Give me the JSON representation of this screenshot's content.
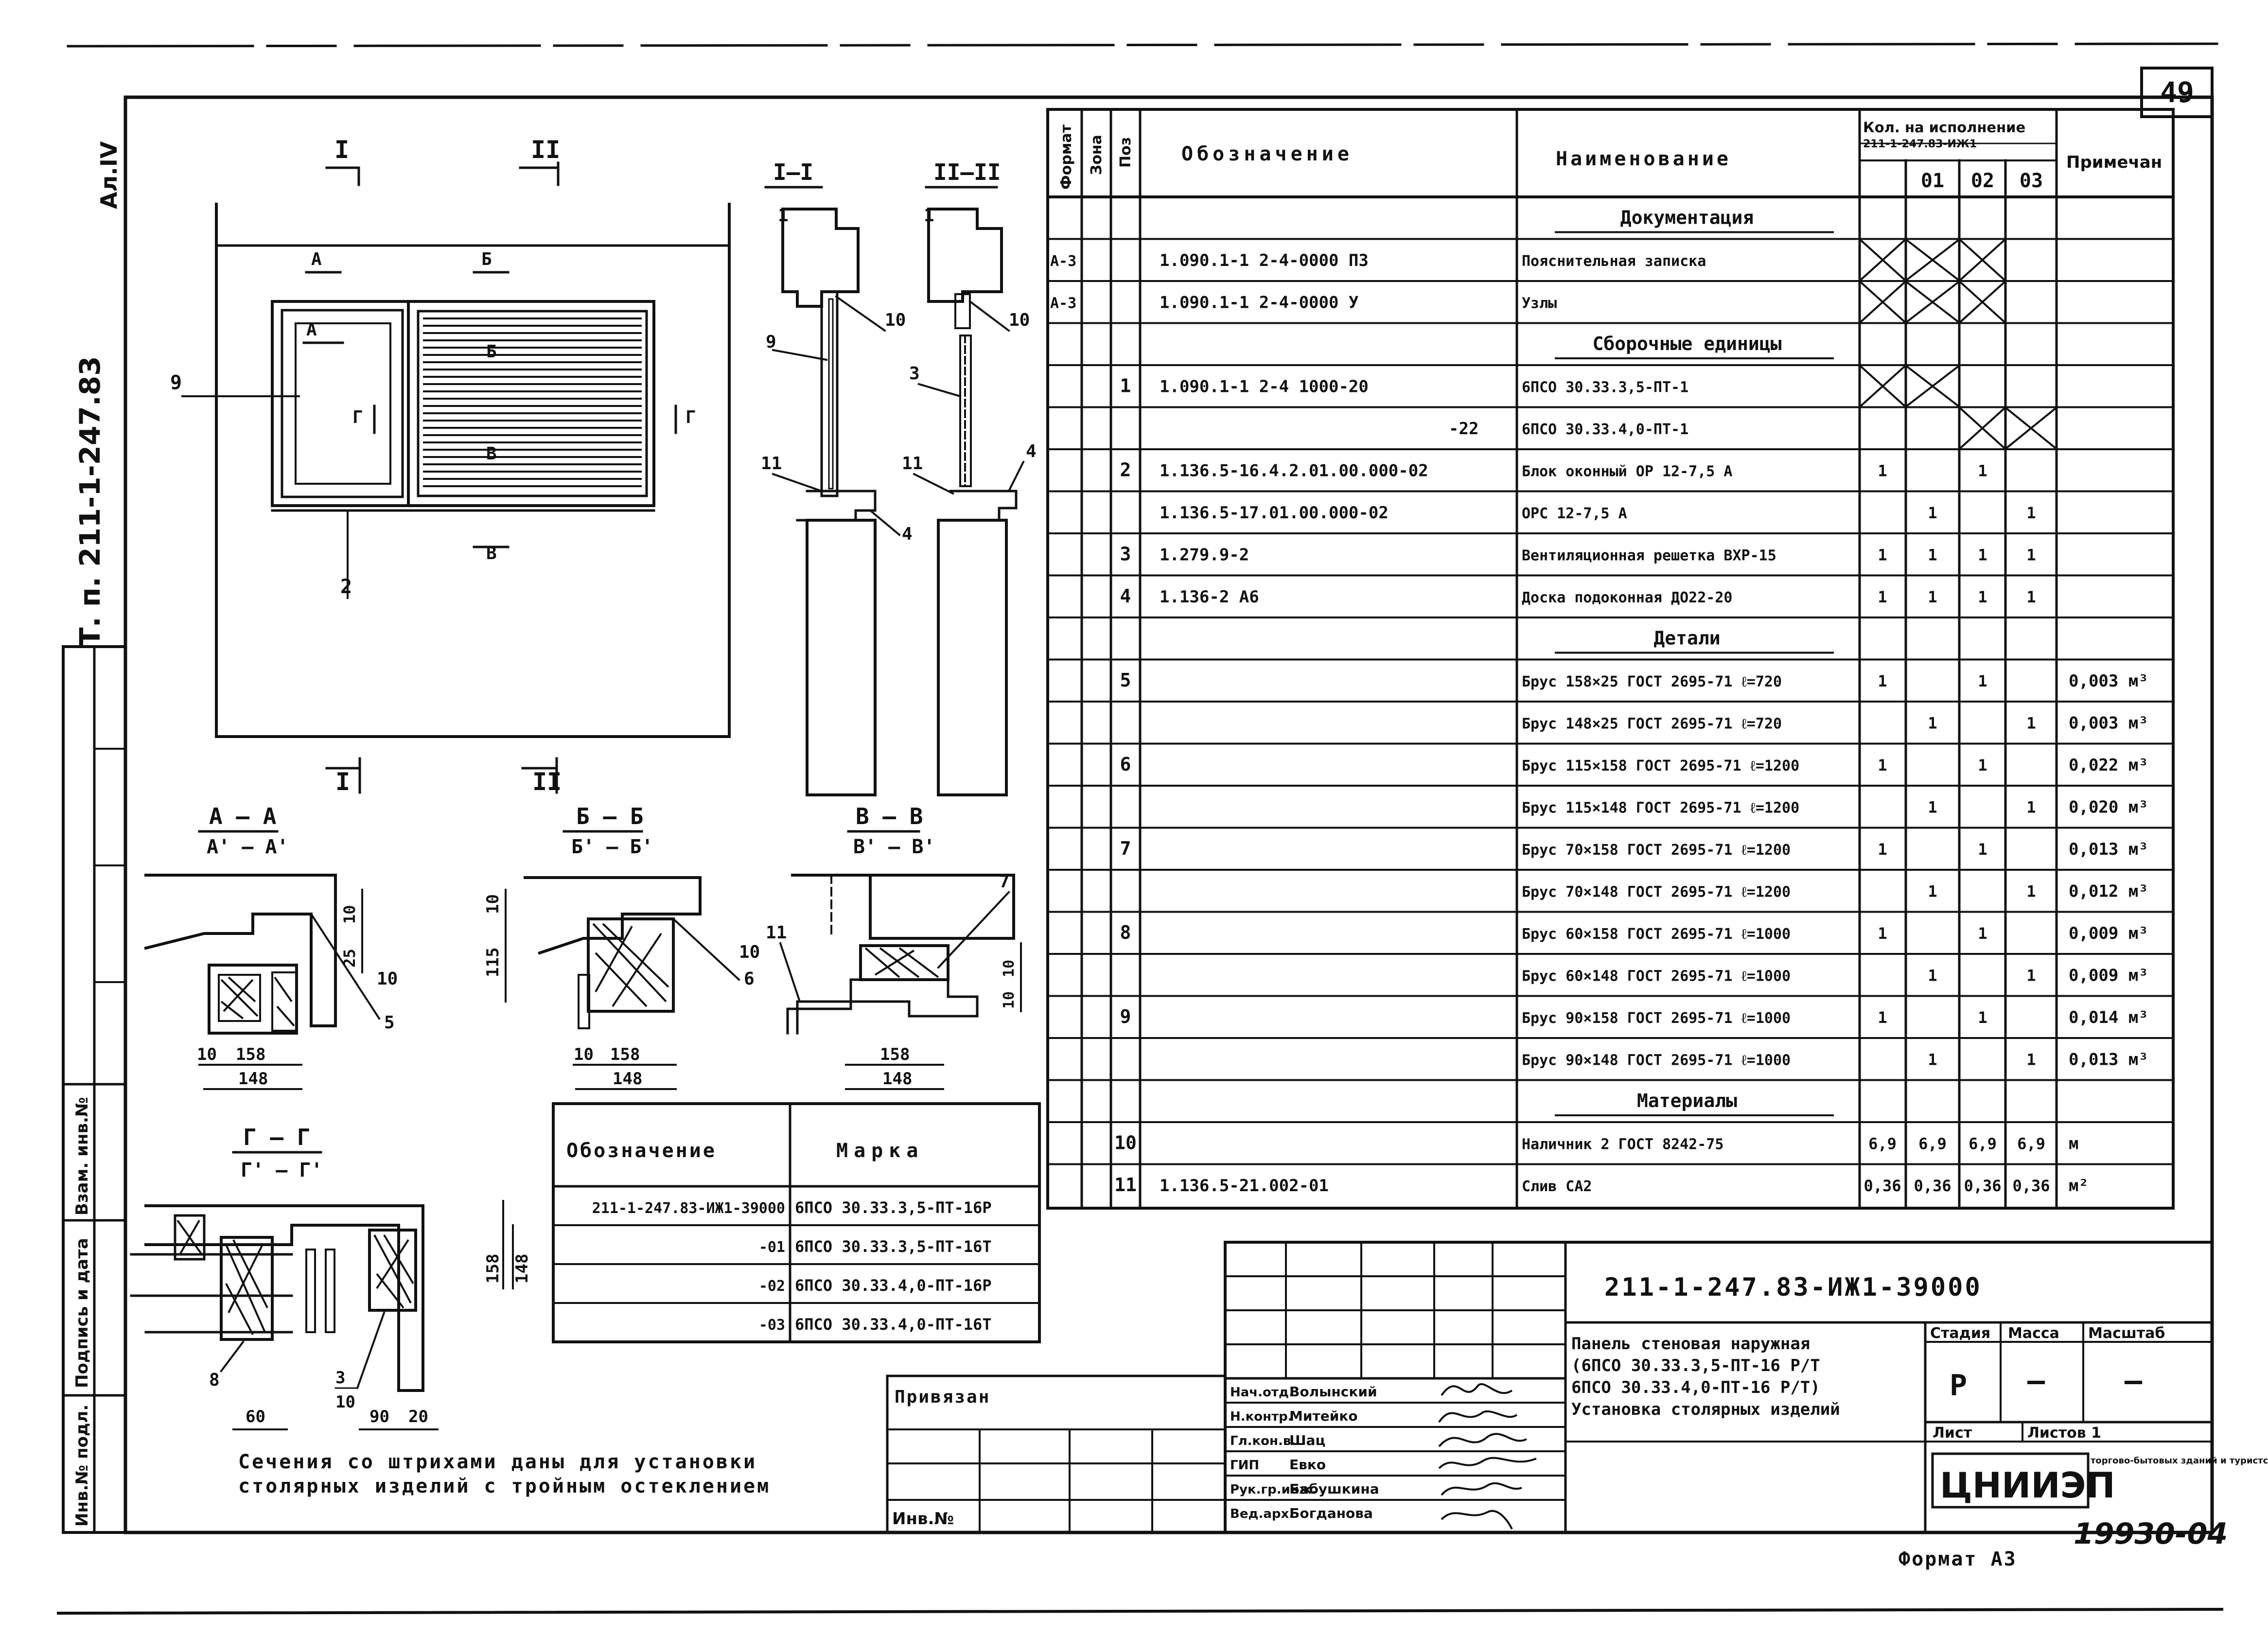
{
  "page_number": "49",
  "album": "Ал.IV",
  "series": "Т. п. 211-1-247.83",
  "left_stamp": [
    "Инв.№ подл.",
    "Подпись и дата",
    "Взам. инв.№"
  ],
  "spec": {
    "headers": {
      "format": "Формат",
      "zone": "Зона",
      "pos": "Поз",
      "designation": "Обозначение",
      "name": "Наименование",
      "qty": "Кол. на исполнение",
      "qty_doc": "211-1-247.83-ИЖ1",
      "qty_cols": [
        "—",
        "01",
        "02",
        "03"
      ],
      "note": "Примечан"
    },
    "rows": [
      {
        "section": "Документация"
      },
      {
        "format": "А-3",
        "designation": "1.090.1-1 2-4-0000 ПЗ",
        "name": "Пояснительная записка",
        "cross": true
      },
      {
        "format": "А-3",
        "designation": "1.090.1-1 2-4-0000 У",
        "name": "Узлы",
        "cross": true
      },
      {
        "section": "Сборочные единицы"
      },
      {
        "pos": "1",
        "designation": "1.090.1-1 2-4 1000-20",
        "name": "6ПСО 30.33.3,5-ПТ-1",
        "crossA": true
      },
      {
        "designation": "-22",
        "name": "6ПСО 30.33.4,0-ПТ-1",
        "crossB": true
      },
      {
        "pos": "2",
        "designation": "1.136.5-16.4.2.01.00.000-02",
        "name": "Блок оконный ОР 12-7,5 А",
        "q": [
          "1",
          "",
          "1",
          ""
        ]
      },
      {
        "designation": "1.136.5-17.01.00.000-02",
        "name": "ОРС 12-7,5 А",
        "q": [
          "",
          "1",
          "",
          "1"
        ]
      },
      {
        "pos": "3",
        "designation": "1.279.9-2",
        "name": "Вентиляционная решетка ВХР-15",
        "q": [
          "1",
          "1",
          "1",
          "1"
        ]
      },
      {
        "pos": "4",
        "designation": "1.136-2 А6",
        "name": "Доска подоконная ДО22-20",
        "q": [
          "1",
          "1",
          "1",
          "1"
        ]
      },
      {
        "section": "Детали"
      },
      {
        "pos": "5",
        "name": "Брус 158×25 ГОСТ 2695-71 ℓ=720",
        "q": [
          "1",
          "",
          "1",
          ""
        ],
        "note": "0,003 м³"
      },
      {
        "name": "Брус 148×25 ГОСТ 2695-71 ℓ=720",
        "q": [
          "",
          "1",
          "",
          "1"
        ],
        "note": "0,003 м³"
      },
      {
        "pos": "6",
        "name": "Брус 115×158 ГОСТ 2695-71 ℓ=1200",
        "q": [
          "1",
          "",
          "1",
          ""
        ],
        "note": "0,022 м³"
      },
      {
        "name": "Брус 115×148 ГОСТ 2695-71 ℓ=1200",
        "q": [
          "",
          "1",
          "",
          "1"
        ],
        "note": "0,020 м³"
      },
      {
        "pos": "7",
        "name": "Брус 70×158 ГОСТ 2695-71 ℓ=1200",
        "q": [
          "1",
          "",
          "1",
          ""
        ],
        "note": "0,013 м³"
      },
      {
        "name": "Брус 70×148 ГОСТ 2695-71 ℓ=1200",
        "q": [
          "",
          "1",
          "",
          "1"
        ],
        "note": "0,012 м³"
      },
      {
        "pos": "8",
        "name": "Брус 60×158 ГОСТ 2695-71 ℓ=1000",
        "q": [
          "1",
          "",
          "1",
          ""
        ],
        "note": "0,009 м³"
      },
      {
        "name": "Брус 60×148 ГОСТ 2695-71 ℓ=1000",
        "q": [
          "",
          "1",
          "",
          "1"
        ],
        "note": "0,009 м³"
      },
      {
        "pos": "9",
        "name": "Брус 90×158 ГОСТ 2695-71 ℓ=1000",
        "q": [
          "1",
          "",
          "1",
          ""
        ],
        "note": "0,014 м³"
      },
      {
        "name": "Брус 90×148 ГОСТ 2695-71 ℓ=1000",
        "q": [
          "",
          "1",
          "",
          "1"
        ],
        "note": "0,013 м³"
      },
      {
        "section": "Материалы"
      },
      {
        "pos": "10",
        "name": "Наличник 2 ГОСТ 8242-75",
        "q": [
          "6,9",
          "6,9",
          "6,9",
          "6,9"
        ],
        "note": "м"
      },
      {
        "pos": "11",
        "designation": "1.136.5-21.002-01",
        "name": "Слив СА2",
        "q": [
          "0,36",
          "0,36",
          "0,36",
          "0,36"
        ],
        "note": "м²"
      }
    ]
  },
  "marks": {
    "headers": [
      "Обозначение",
      "Марка"
    ],
    "rows": [
      [
        "211-1-247.83-ИЖ1-39000",
        "6ПСО 30.33.3,5-ПТ-16Р"
      ],
      [
        "-01",
        "6ПСО 30.33.3,5-ПТ-16Т"
      ],
      [
        "-02",
        "6ПСО 30.33.4,0-ПТ-16Р"
      ],
      [
        "-03",
        "6ПСО 30.33.4,0-ПТ-16Т"
      ]
    ]
  },
  "drawing": {
    "section_I": "I",
    "section_II": "II",
    "cut_I": "I–I",
    "cut_II": "II–II",
    "cut_A": "А",
    "cut_B": "Б",
    "cut_V": "В",
    "cut_G": "Г",
    "sec_AA": "А – А",
    "sec_AA2": "А' – А'",
    "sec_BB": "Б – Б",
    "sec_BB2": "Б' – Б'",
    "sec_VV": "В – В",
    "sec_VV2": "В' – В'",
    "sec_GG": "Г – Г",
    "sec_GG2": "Г' – Г'",
    "pos_labels": [
      "1",
      "2",
      "3",
      "4",
      "5",
      "6",
      "7",
      "8",
      "9",
      "10",
      "11"
    ],
    "dims": [
      "10",
      "158",
      "148",
      "25",
      "115",
      "60",
      "90",
      "20"
    ],
    "footnote_1": "Сечения со штрихами даны для установки",
    "footnote_2": "столярных изделий с тройным остеклением"
  },
  "title_block": {
    "code": "211-1-247.83-ИЖ1-39000",
    "title_1": "Панель стеновая наружная",
    "title_2": "(6ПСО 30.33.3,5-ПТ-16 Р/Т",
    "title_3": "6ПСО 30.33.4,0-ПТ-16 Р/Т)",
    "title_4": "Установка столярных изделий",
    "stage_label": "Стадия",
    "mass_label": "Масса",
    "scale_label": "Масштаб",
    "stage": "Р",
    "mass": "—",
    "scale": "—",
    "sheet_label": "Лист",
    "sheets_label": "Листов 1",
    "org": "ЦНИИЭП",
    "org_dept": "торгово-бытовых зданий и туристских комплексов",
    "bound": "Привязан",
    "inv": "Инв.№",
    "staff": [
      [
        "Нач.отд.",
        "Волынский"
      ],
      [
        "Н.контр.",
        "Митейко"
      ],
      [
        "Гл.кон.в.",
        "Шац"
      ],
      [
        "ГИП",
        "Евко"
      ],
      [
        "Рук.гр.инж.",
        "Бабушкина"
      ],
      [
        "Вед.арх.",
        "Богданова"
      ]
    ],
    "archive": "19930-04",
    "format": "Формат А3"
  }
}
